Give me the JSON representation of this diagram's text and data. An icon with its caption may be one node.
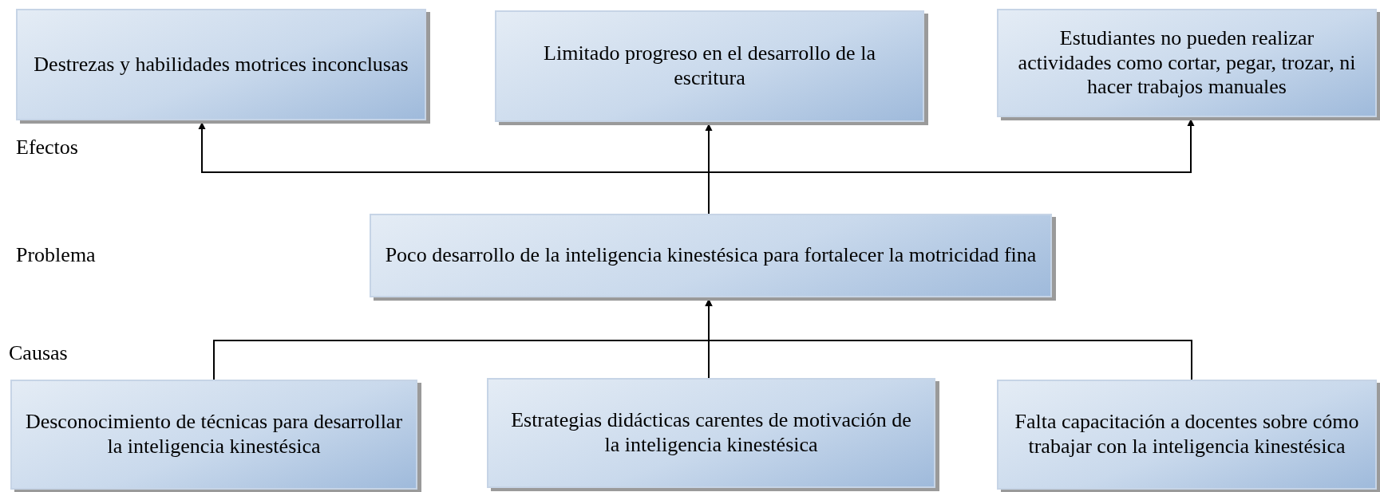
{
  "diagram": {
    "nodes": [
      {
        "text": [
          "Destrezas y habilidades motrices inconclusas"
        ]
      },
      {
        "text": [
          "Limitado progreso en el desarrollo de la escritura"
        ]
      },
      {
        "text": [
          "Estudiantes no pueden realizar actividades como cortar, pegar, trozar, ni hacer trabajos manuales"
        ]
      },
      {
        "text": [
          "Poco desarrollo de la inteligencia kinestésica para fortalecer la motricidad fina"
        ]
      },
      {
        "text": [
          "Desconocimiento de técnicas para desarrollar la inteligencia kinestésica"
        ]
      },
      {
        "text": [
          "Estrategias didácticas carentes de motivación de la inteligencia kinestésica"
        ]
      },
      {
        "text": [
          "Falta capacitación a docentes sobre cómo trabajar con la inteligencia kinestésica"
        ]
      }
    ],
    "edges": [
      {
        "from": 3,
        "to": 0,
        "arrow": "to"
      },
      {
        "from": 3,
        "to": 1,
        "arrow": "to"
      },
      {
        "from": 3,
        "to": 2,
        "arrow": "to"
      },
      {
        "from": 4,
        "to": 3,
        "arrow": "to"
      },
      {
        "from": 5,
        "to": 3,
        "arrow": "to"
      },
      {
        "from": 6,
        "to": 3,
        "arrow": "to"
      }
    ],
    "labels": [
      "Efectos",
      "Problema",
      "Causas"
    ]
  }
}
